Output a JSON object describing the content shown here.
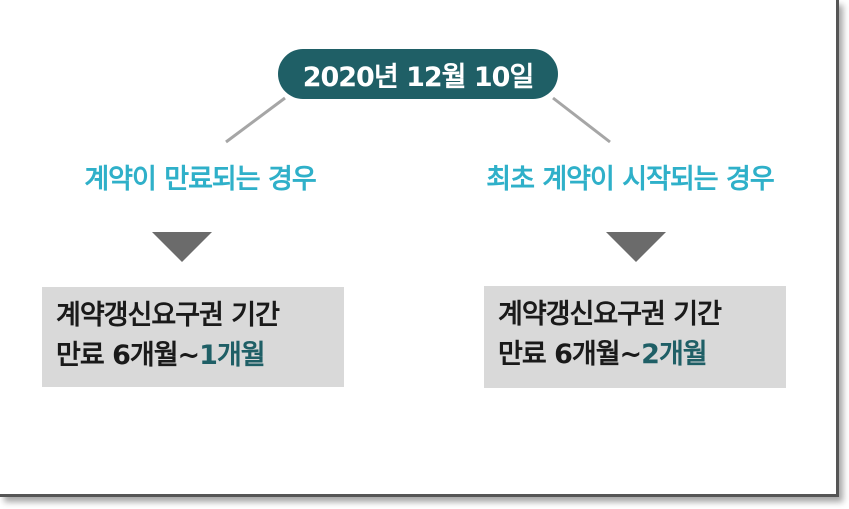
{
  "date": "2020년 12월 10일",
  "left": {
    "case_label": "계약이 만료되는 경우",
    "result_line1": "계약갱신요구권 기간",
    "result_line2_prefix": "만료  6개월~",
    "result_line2_highlight": "1개월"
  },
  "right": {
    "case_label": "최초 계약이 시작되는 경우",
    "result_line1": "계약갱신요구권 기간",
    "result_line2_prefix": "만료  6개월~",
    "result_line2_highlight": "2개월"
  },
  "colors": {
    "pill_bg": "#1f5f66",
    "case_text": "#2fb0c9",
    "arrow": "#6b6b6b",
    "box_bg": "#d9d9d9",
    "highlight": "#1f5f66",
    "connector": "#a6a6a6"
  }
}
